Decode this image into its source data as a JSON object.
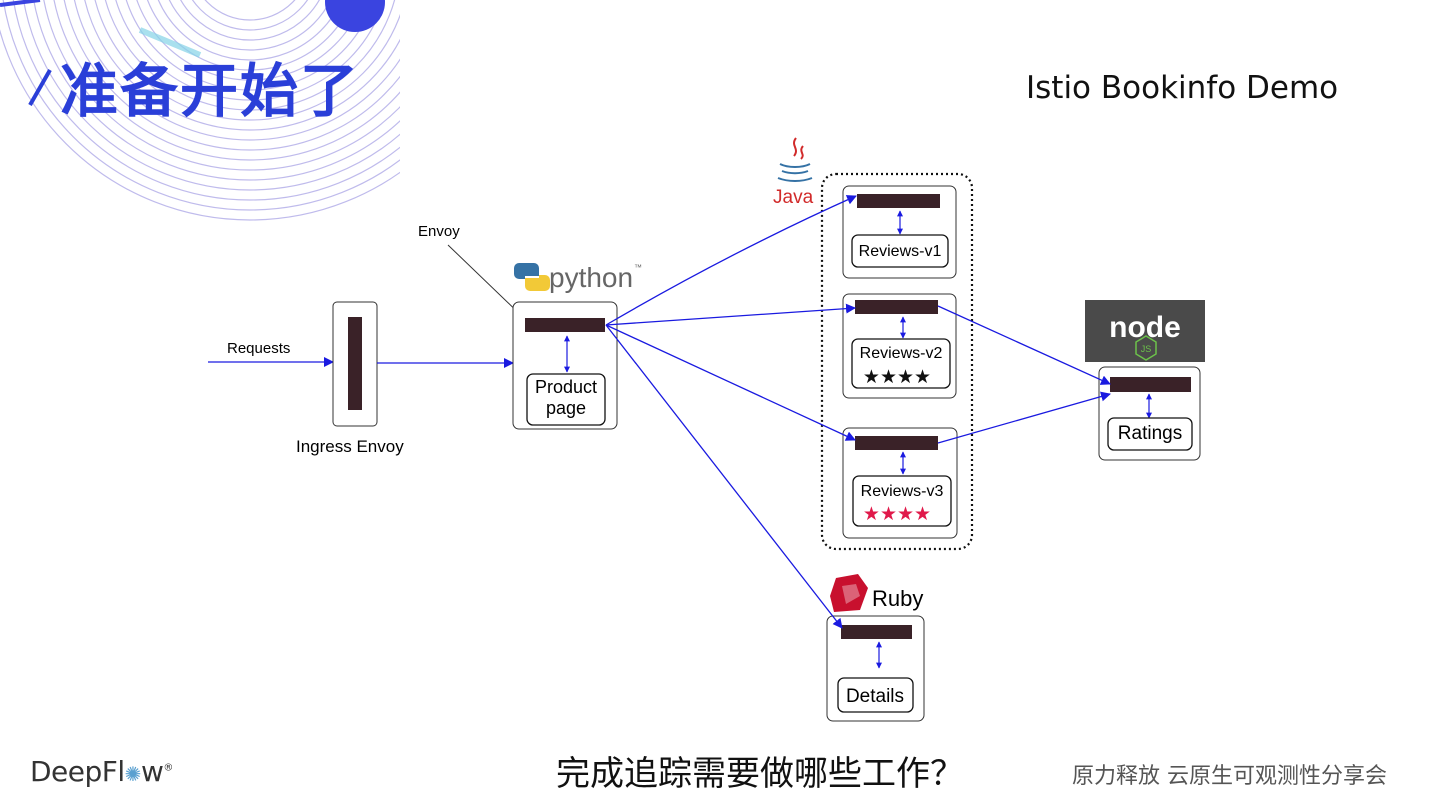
{
  "slide": {
    "title": "准备开始了",
    "subtitle": "Istio Bookinfo Demo",
    "footer_question": "完成追踪需要做哪些工作？",
    "footer_event": "原力释放  云原生可观测性分享会",
    "logo": {
      "part1": "DeepFl",
      "part2": "w"
    },
    "colors": {
      "title": "#2a3fd8",
      "arrows": "#1a1ae0",
      "proxy_bar": "#3a2228",
      "ruby": "#c8102e",
      "stars_v3": "#e0194a",
      "node_bg": "#4a4a4a",
      "java": "#d12a2a",
      "python_blue": "#3572a5",
      "python_yellow": "#f2c937"
    }
  },
  "diagram": {
    "labels": {
      "requests": "Requests",
      "envoy": "Envoy",
      "ingress": "Ingress Envoy"
    },
    "languages": {
      "java": "Java",
      "python": "python",
      "python_tm": "™",
      "ruby": "Ruby",
      "node": "node",
      "node_js": "JS"
    },
    "services": {
      "productpage_line1": "Product",
      "productpage_line2": "page",
      "reviews_v1": "Reviews-v1",
      "reviews_v2": "Reviews-v2",
      "reviews_v3": "Reviews-v3",
      "ratings": "Ratings",
      "details": "Details",
      "stars_v2": "★★★★",
      "stars_v3": "★★★★"
    }
  }
}
